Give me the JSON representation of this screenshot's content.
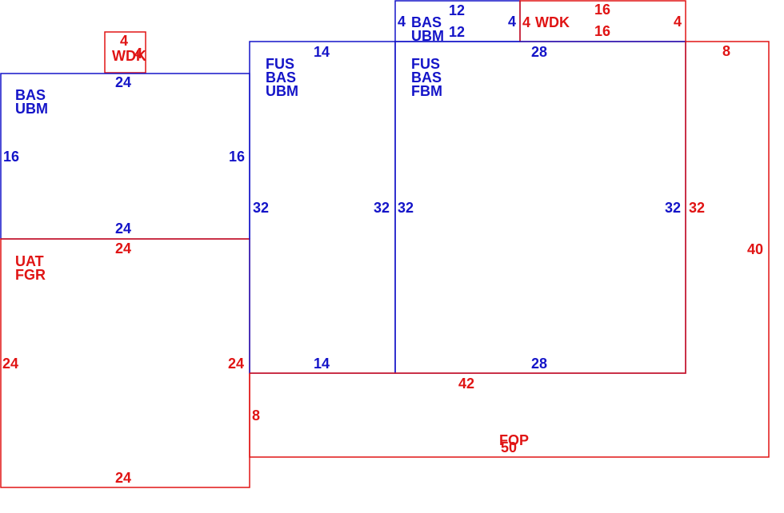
{
  "colors": {
    "blue": "#1414c8",
    "red": "#e01414",
    "background": "#ffffff"
  },
  "areas": [
    {
      "id": "wdk-small",
      "color": "red",
      "labels": [
        "WDK"
      ],
      "dims": [
        "4",
        "4"
      ]
    },
    {
      "id": "bas-ubm-left",
      "color": "blue",
      "labels": [
        "BAS",
        "UBM"
      ],
      "dims": [
        "24",
        "16",
        "16",
        "24"
      ]
    },
    {
      "id": "uat-fgr",
      "color": "red",
      "labels": [
        "UAT",
        "FGR"
      ],
      "dims": [
        "24",
        "24",
        "24",
        "24"
      ]
    },
    {
      "id": "fus-bas-ubm",
      "color": "blue",
      "labels": [
        "FUS",
        "BAS",
        "UBM"
      ],
      "dims": [
        "14",
        "32",
        "32",
        "14"
      ]
    },
    {
      "id": "bas-ubm-top",
      "color": "blue",
      "labels": [
        "BAS",
        "UBM"
      ],
      "dims": [
        "12",
        "4",
        "12",
        "4"
      ]
    },
    {
      "id": "wdk-top",
      "color": "red",
      "labels": [
        "WDK"
      ],
      "dims": [
        "16",
        "4",
        "16",
        "4"
      ]
    },
    {
      "id": "fus-bas-fbm",
      "color": "blue",
      "labels": [
        "FUS",
        "BAS",
        "FBM"
      ],
      "dims": [
        "28",
        "32",
        "32",
        "28"
      ]
    },
    {
      "id": "fop",
      "color": "red",
      "labels": [
        "FOP"
      ],
      "dims": [
        "8",
        "40",
        "32",
        "42",
        "8",
        "50"
      ]
    }
  ]
}
